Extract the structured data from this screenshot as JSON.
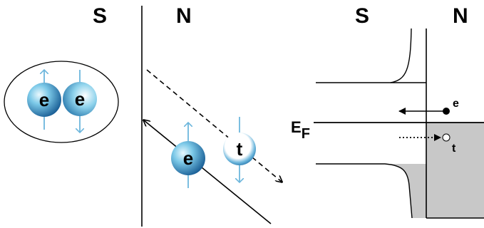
{
  "left_panel": {
    "s_label": "S",
    "n_label": "N",
    "cooper_pair": {
      "electron1": "e",
      "electron2": "e"
    },
    "incoming_particle": "e",
    "reflected_particle": "t"
  },
  "right_panel": {
    "s_label": "S",
    "n_label": "N",
    "fermi_label_main": "E",
    "fermi_label_sub": "F",
    "electron_label": "e",
    "hole_label": "t"
  },
  "colors": {
    "ball_dark": "#1e6fa6",
    "ball_light": "#8fd3ec",
    "spin_arrow": "#6cb6dc",
    "shade": "#c8c8c8"
  }
}
